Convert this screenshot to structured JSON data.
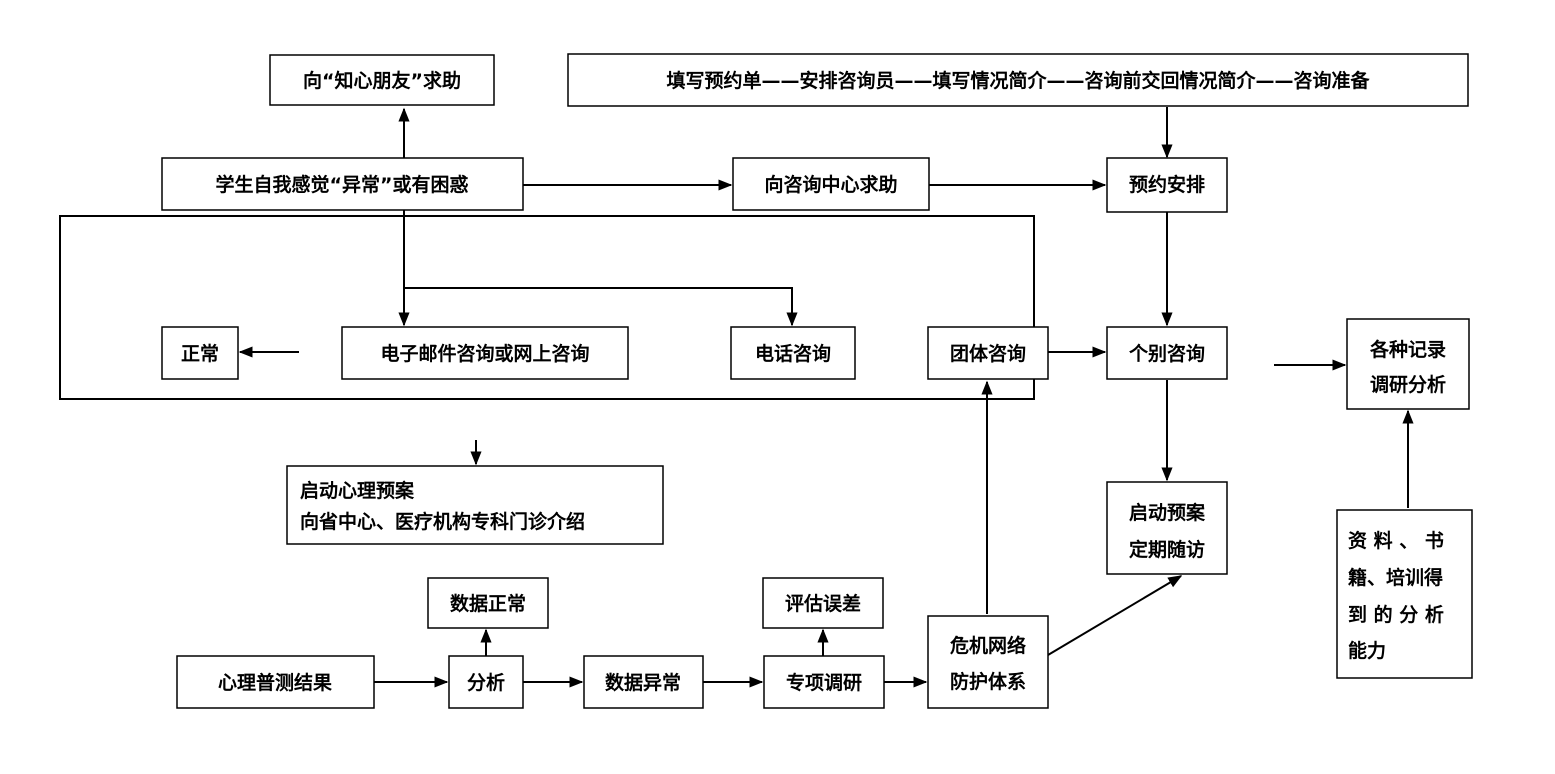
{
  "diagram": {
    "nodes": {
      "seek_friend": {
        "text": "向“知心朋友”求助"
      },
      "booking_flow": {
        "text": "填写预约单——安排咨询员——填写情况简介——咨询前交回情况简介——咨询准备"
      },
      "student_feel": {
        "text": "学生自我感觉“异常”或有困惑"
      },
      "seek_center": {
        "text": "向咨询中心求助"
      },
      "appointment": {
        "text": "预约安排"
      },
      "normal": {
        "text": "正常"
      },
      "email_online": {
        "text": "电子邮件咨询或网上咨询"
      },
      "phone": {
        "text": "电话咨询"
      },
      "group": {
        "text": "团体咨询"
      },
      "individual": {
        "text": "个别咨询"
      },
      "records": {
        "line1": "各种记录",
        "line2": "调研分析"
      },
      "plan_referral": {
        "line1": "启动心理预案",
        "line2": "向省中心、医疗机构专科门诊介绍"
      },
      "plan_followup": {
        "line1": "启动预案",
        "line2": "定期随访"
      },
      "data_normal": {
        "text": "数据正常"
      },
      "eval_error": {
        "text": "评估误差"
      },
      "materials": {
        "line1": "资 料 、 书",
        "line2": "籍、培训得",
        "line3": "到 的 分 析",
        "line4": "能力"
      },
      "survey_result": {
        "text": "心理普测结果"
      },
      "analysis": {
        "text": "分析"
      },
      "data_abnormal": {
        "text": "数据异常"
      },
      "special_research": {
        "text": "专项调研"
      },
      "crisis": {
        "line1": "危机网络",
        "line2": "防护体系"
      }
    }
  }
}
